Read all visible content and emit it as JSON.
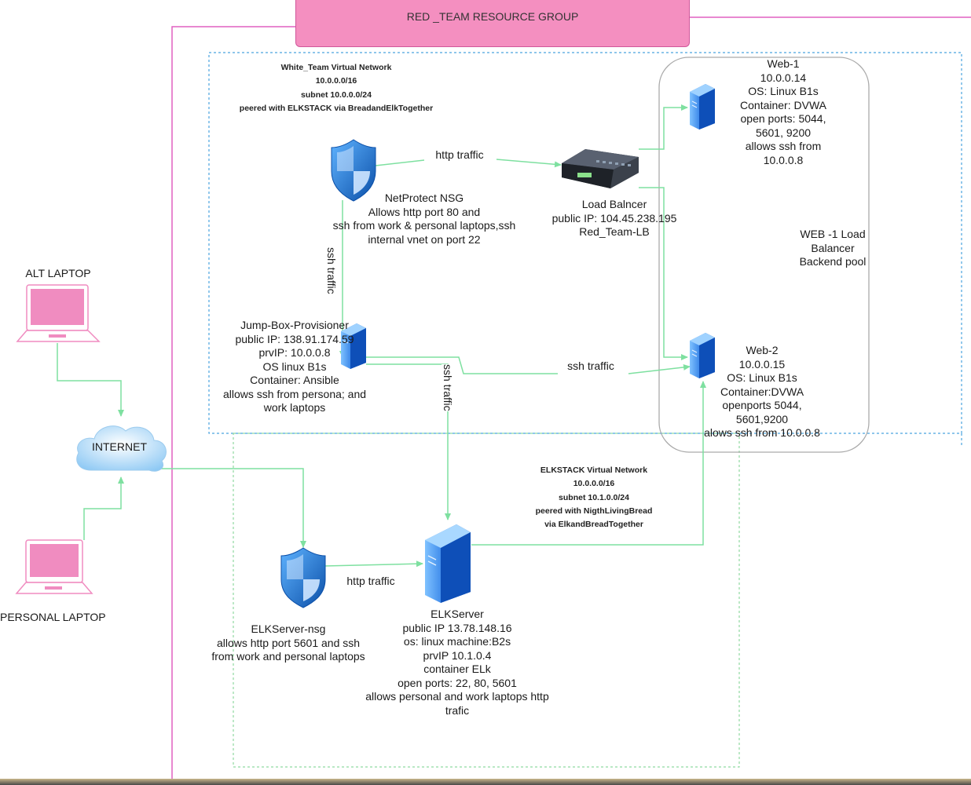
{
  "diagram": {
    "resource_group": {
      "title": "RED _TEAM  RESOURCE GROUP"
    },
    "white_team_vnet": {
      "lines": [
        "White_Team  Virtual Network",
        "10.0.0.0/16",
        "subnet 10.0.0.0/24",
        "peered with ELKSTACK via BreadandElkTogether"
      ]
    },
    "elk_vnet": {
      "lines": [
        "ELKSTACK Virtual Network",
        "10.0.0.0/16",
        "subnet 10.1.0.0/24",
        "peered with NigthLivingBread",
        "via ElkandBreadTogether"
      ]
    },
    "netprotect_nsg": {
      "lines": [
        "NetProtect NSG",
        "Allows http port 80 and",
        "ssh from work & personal laptops,ssh",
        "internal vnet on port 22"
      ]
    },
    "load_balancer": {
      "lines": [
        "Load Balncer",
        "public IP: 104.45.238.195",
        "Red_Team-LB"
      ]
    },
    "web1": {
      "lines": [
        "Web-1",
        "10.0.0.14",
        "OS: Linux B1s",
        "Container: DVWA",
        "open ports: 5044,",
        "5601, 9200",
        "allows ssh from",
        "10.0.0.8"
      ]
    },
    "web2": {
      "lines": [
        "Web-2",
        "10.0.0.15",
        "OS: Linux B1s",
        "Container:DVWA",
        "openports  5044,",
        "5601,9200",
        "alows ssh from 10.0.0.8"
      ]
    },
    "backend_pool": {
      "lines": [
        "WEB -1 Load",
        "Balancer",
        "Backend pool"
      ]
    },
    "jump_box": {
      "lines": [
        "Jump-Box-Provisioner",
        "public IP: 138.91.174.59",
        "prvIP: 10.0.0.8",
        "OS linux B1s",
        "Container: Ansible",
        "allows ssh from persona; and",
        "work laptops"
      ]
    },
    "elk_nsg": {
      "lines": [
        "ELKServer-nsg",
        "allows http port 5601 and ssh",
        "from work and personal laptops"
      ]
    },
    "elk_server": {
      "lines": [
        "ELKServer",
        "public IP 13.78.148.16",
        "os: linux machine:B2s",
        "prvIP 10.1.0.4",
        "container ELk",
        "open ports: 22, 80, 5601",
        "allows personal and work laptops http",
        "trafic"
      ]
    },
    "alt_laptop": {
      "label": "ALT LAPTOP"
    },
    "personal_laptop": {
      "label": "PERSONAL LAPTOP"
    },
    "internet": {
      "label": "INTERNET"
    },
    "edges": {
      "http_traffic_top": "http traffic",
      "ssh_traffic_vertical": "ssh traffic",
      "ssh_traffic_horizontal": "ssh traffic",
      "ssh_traffic_down": "ssh traffic",
      "http_traffic_bottom": "http traffic"
    },
    "colors": {
      "pink": "#f48fc0",
      "pink_line": "#e060c0",
      "arrow_green": "#7ee0a0",
      "vnet_blue": "#4aa3df",
      "vnet_green": "#8fd9a0",
      "pool_border": "#aaaaaa",
      "shield_blue": "#1e73c8",
      "server_blue": "#1c63d6",
      "laptop_pink": "#f08cc0"
    }
  }
}
